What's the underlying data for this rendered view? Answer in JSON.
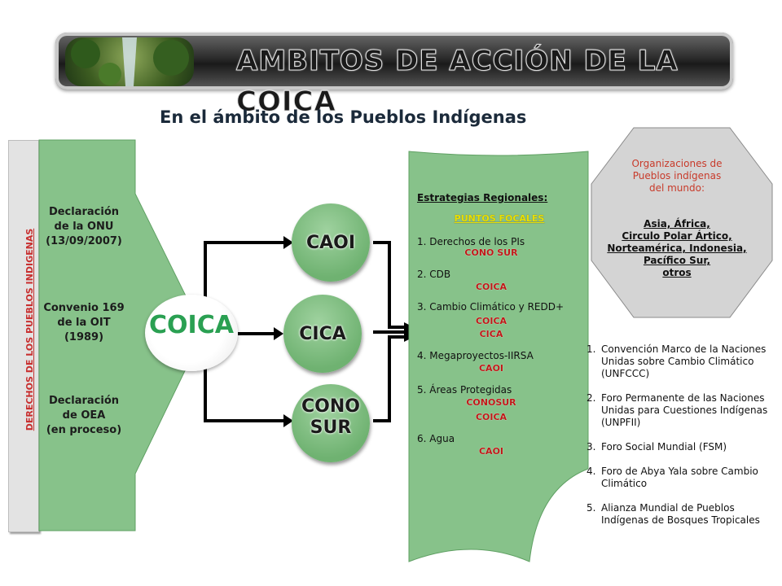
{
  "title": "AMBITOS DE ACCIÓN DE LA COICA",
  "subtitle": "En el ámbito de los Pueblos Indígenas",
  "vertical_label": "DERECHOS DE LOS PUEBLOS INDIGENAS",
  "declarations": [
    {
      "lines": [
        "Declaración",
        "de la ONU",
        "(13/09/2007)"
      ]
    },
    {
      "lines": [
        "Convenio 169",
        "de la OIT",
        "(1989)"
      ]
    },
    {
      "lines": [
        "Declaración",
        "de OEA",
        "(en proceso)"
      ]
    }
  ],
  "center_org": "COICA",
  "orgs": [
    "CAOI",
    "CICA",
    "CONO SUR"
  ],
  "orgs_cono": [
    "CONO",
    "SUR"
  ],
  "strategies": {
    "header": "Estrategias Regionales:",
    "focal": "PUNTOS FOCALES",
    "items": [
      {
        "text": "1. Derechos de los PIs",
        "subs": [
          "CONO SUR"
        ]
      },
      {
        "text": "2. CDB",
        "subs": [
          "COICA"
        ]
      },
      {
        "text": "3. Cambio Climático y REDD+",
        "subs": [
          "COICA",
          "CICA"
        ]
      },
      {
        "text": "4. Megaproyectos-IIRSA",
        "subs": [
          "CAOI"
        ]
      },
      {
        "text": "5. Áreas Protegidas",
        "subs": [
          "CONOSUR",
          "COICA"
        ]
      },
      {
        "text": "6. Agua",
        "subs": [
          "CAOI"
        ]
      }
    ]
  },
  "octagon": {
    "intro": [
      "Organizaciones de",
      "Pueblos indígenas",
      "del mundo:"
    ],
    "regions": [
      "Asia, África,",
      "Circulo Polar Ártico,",
      "Norteamérica, Indonesia,",
      "Pacífico Sur,",
      "otros"
    ]
  },
  "forums": [
    {
      "num": "1.",
      "text": "Convención Marco de la Naciones Unidas sobre Cambio Climático (UNFCCC)"
    },
    {
      "num": "2.",
      "text": "Foro Permanente de las Naciones Unidas para Cuestiones Indígenas (UNPFII)"
    },
    {
      "num": "3.",
      "text": "Foro Social Mundial (FSM)"
    },
    {
      "num": "4.",
      "text": "Foro de Abya Yala sobre Cambio Climático"
    },
    {
      "num": "5.",
      "text": "Alianza Mundial de Pueblos Indígenas de Bosques Tropicales"
    }
  ],
  "colors": {
    "green": "#87c28a",
    "red_label": "#c01818",
    "coica_text": "#2aa052",
    "octagon": "#d4d4d4"
  }
}
